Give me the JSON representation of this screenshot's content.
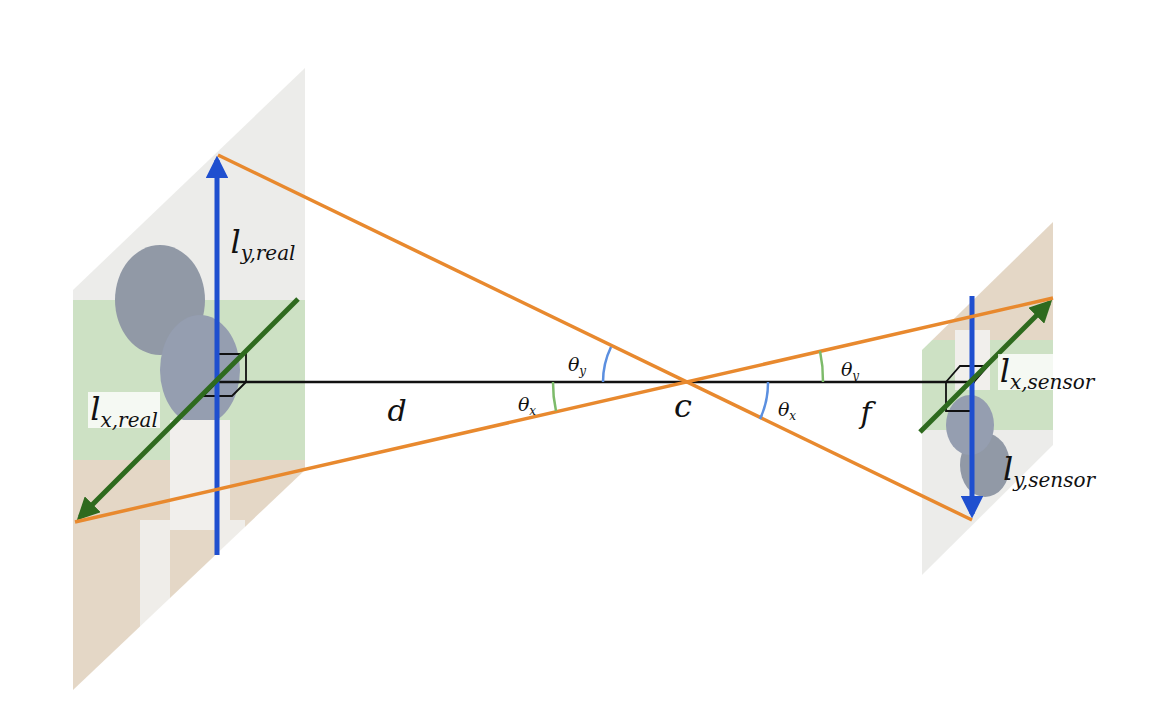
{
  "diagram": {
    "labels": [
      "ly,real",
      "θy",
      "lx,sensor",
      "θx",
      "lx,real",
      "d",
      "θx",
      "c",
      "θy",
      "f",
      "ly,sensor"
    ]
  }
}
